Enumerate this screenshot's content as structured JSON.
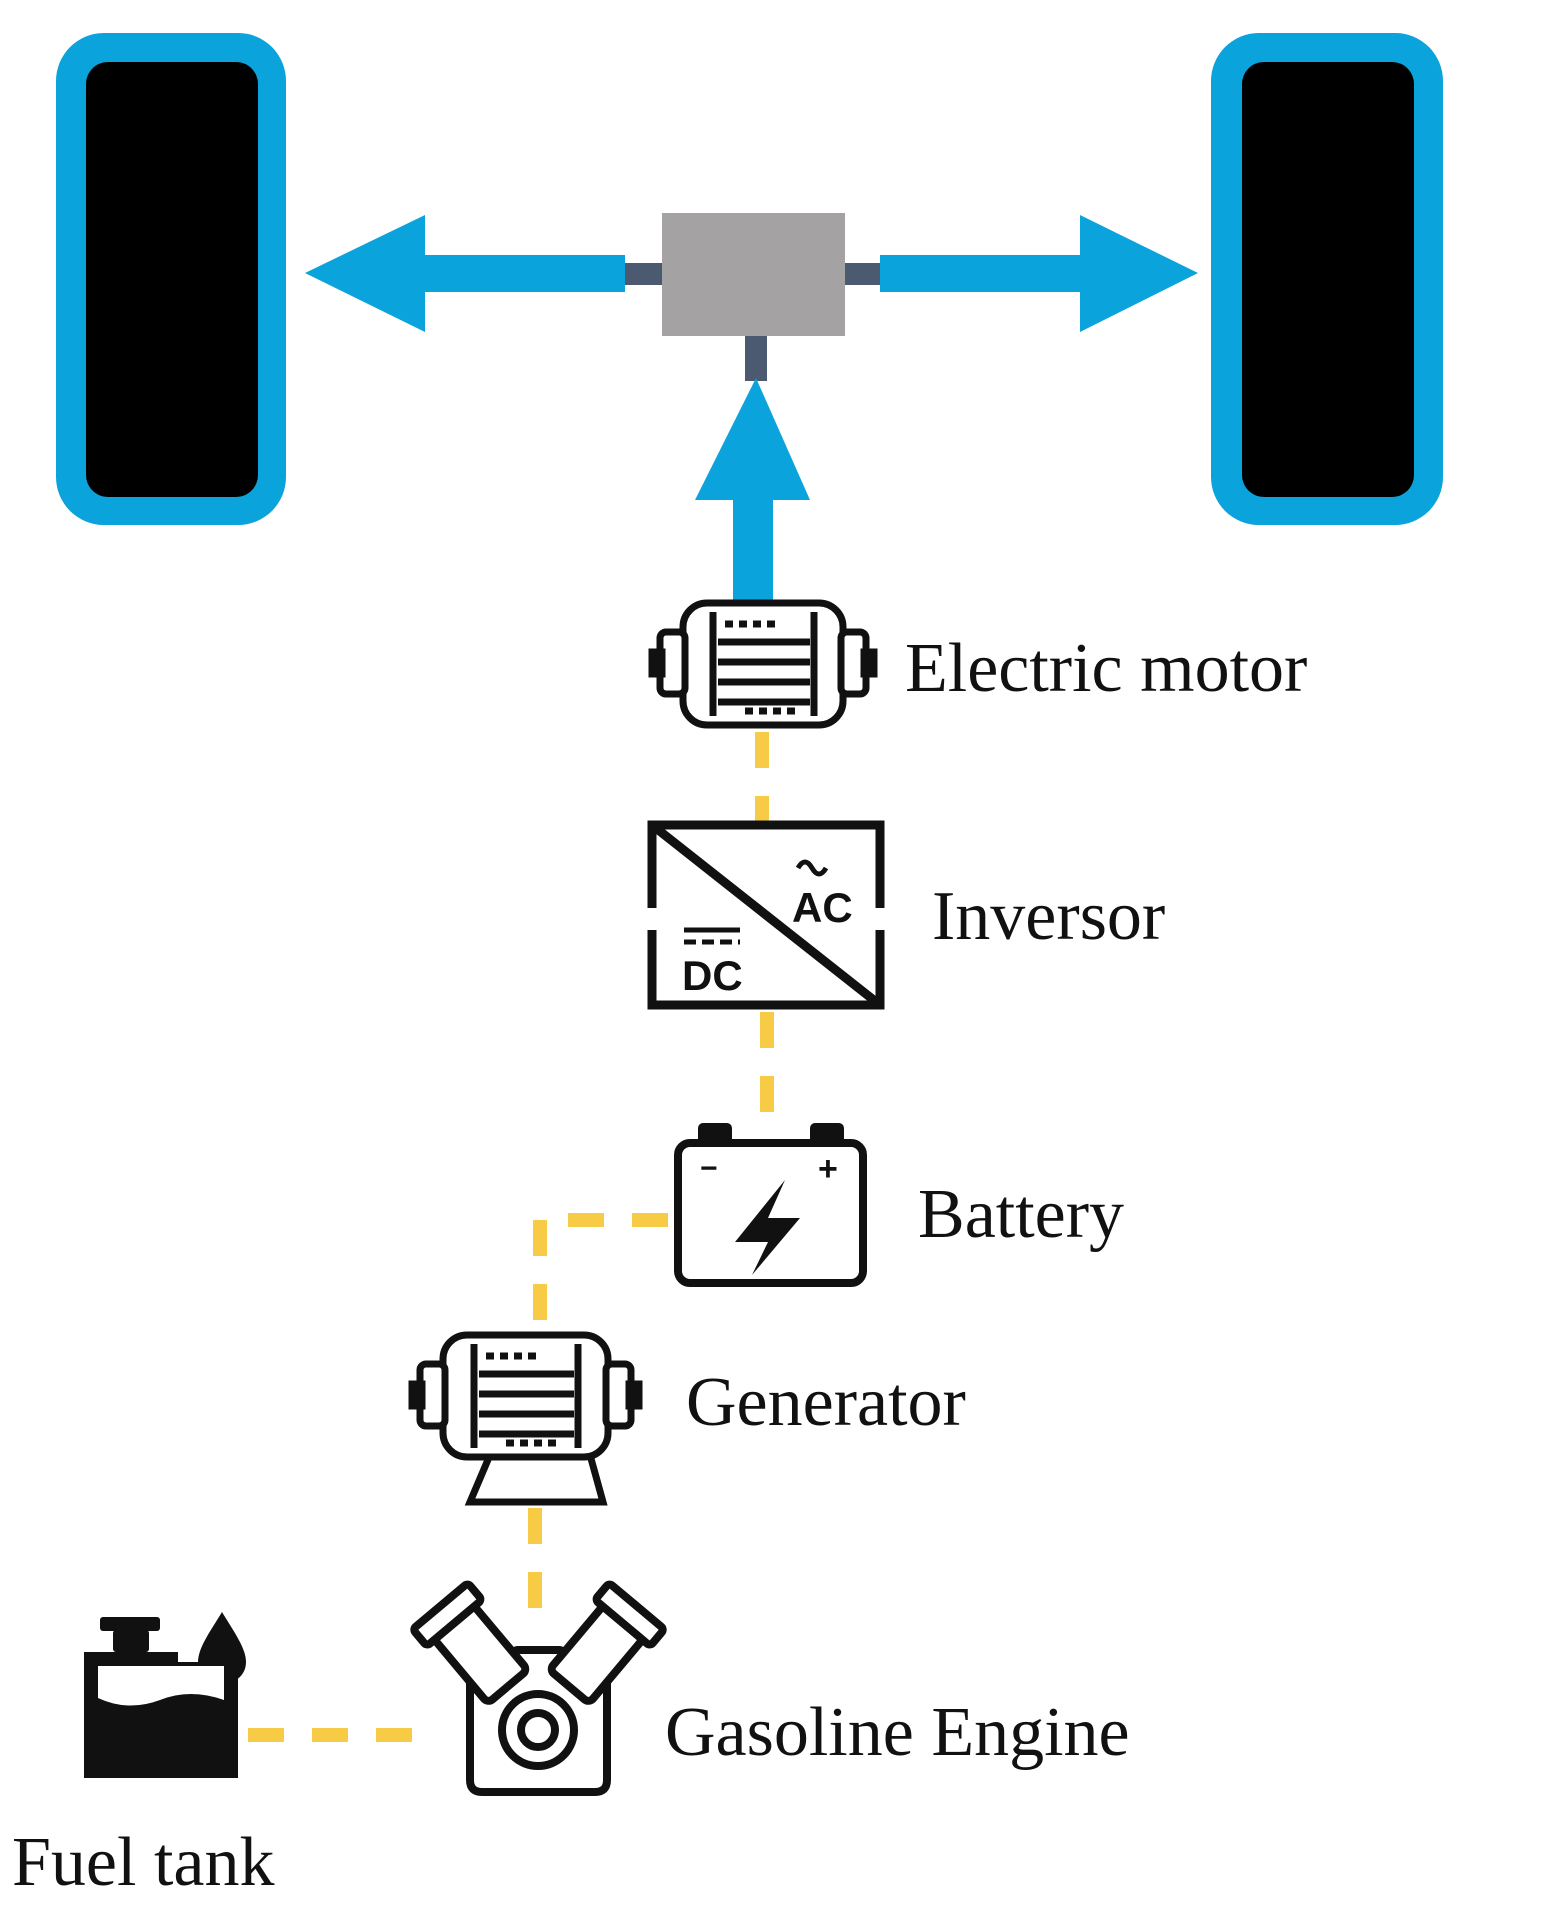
{
  "labels": {
    "electric_motor": "Electric motor",
    "inversor": "Inversor",
    "battery": "Battery",
    "generator": "Generator",
    "gasoline_engine": "Gasoline Engine",
    "fuel_tank": "Fuel tank"
  },
  "inverter_icon": {
    "ac_text": "AC",
    "dc_text": "DC"
  },
  "battery_icon": {
    "minus": "−",
    "plus": "+"
  },
  "colors": {
    "power_flow": "#0ba3db",
    "electric_link": "#f8cb46",
    "wheel": "#000000",
    "differential": "#a5a2a3",
    "shaft": "#4b5a70",
    "icon_stroke": "#111111"
  }
}
